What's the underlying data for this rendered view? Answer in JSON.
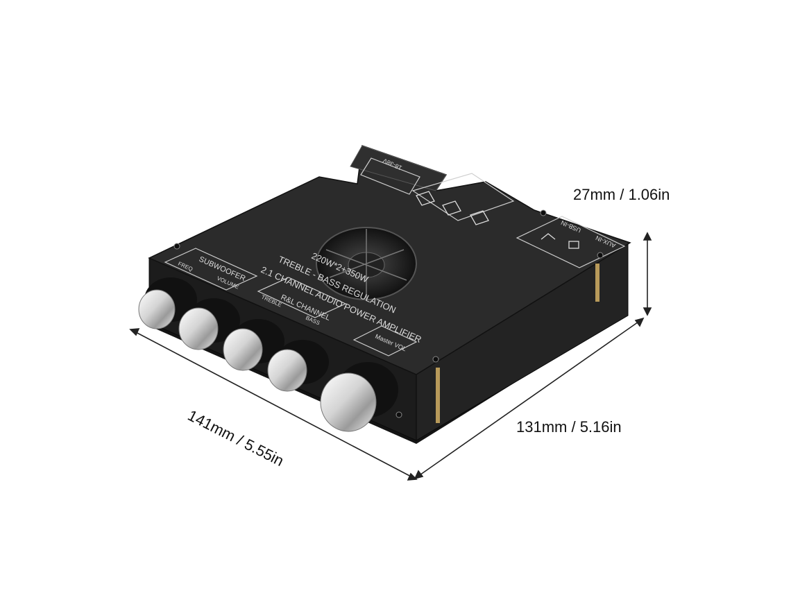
{
  "dimensions": {
    "height": "27mm / 1.06in",
    "width": "131mm / 5.16in",
    "length": "141mm / 5.55in"
  },
  "board": {
    "title_line1": "TREBLE - BASS REGULATION",
    "title_line2": "2.1 CHANNEL AUDIO POWER AMPLIFIER",
    "power": "220W*2+350W",
    "subwoofer_label": "SUBWOOFER",
    "rl_channel_label": "R&L CHANNEL",
    "freq_label": "FREQ",
    "volume_label": "VOLUME",
    "treble_label": "TREBLE",
    "bass_label": "BASS",
    "master_label": "Master VOL",
    "voltage_label": "18-38V",
    "aux_label": "AUX-IN",
    "usb_label": "USB-IN"
  },
  "colors": {
    "board_top": "#2a2a2a",
    "board_side": "#1b1b1b",
    "silkscreen": "#d9d9d9",
    "knob_chrome": "#e6e6e6",
    "background": "#ffffff"
  }
}
